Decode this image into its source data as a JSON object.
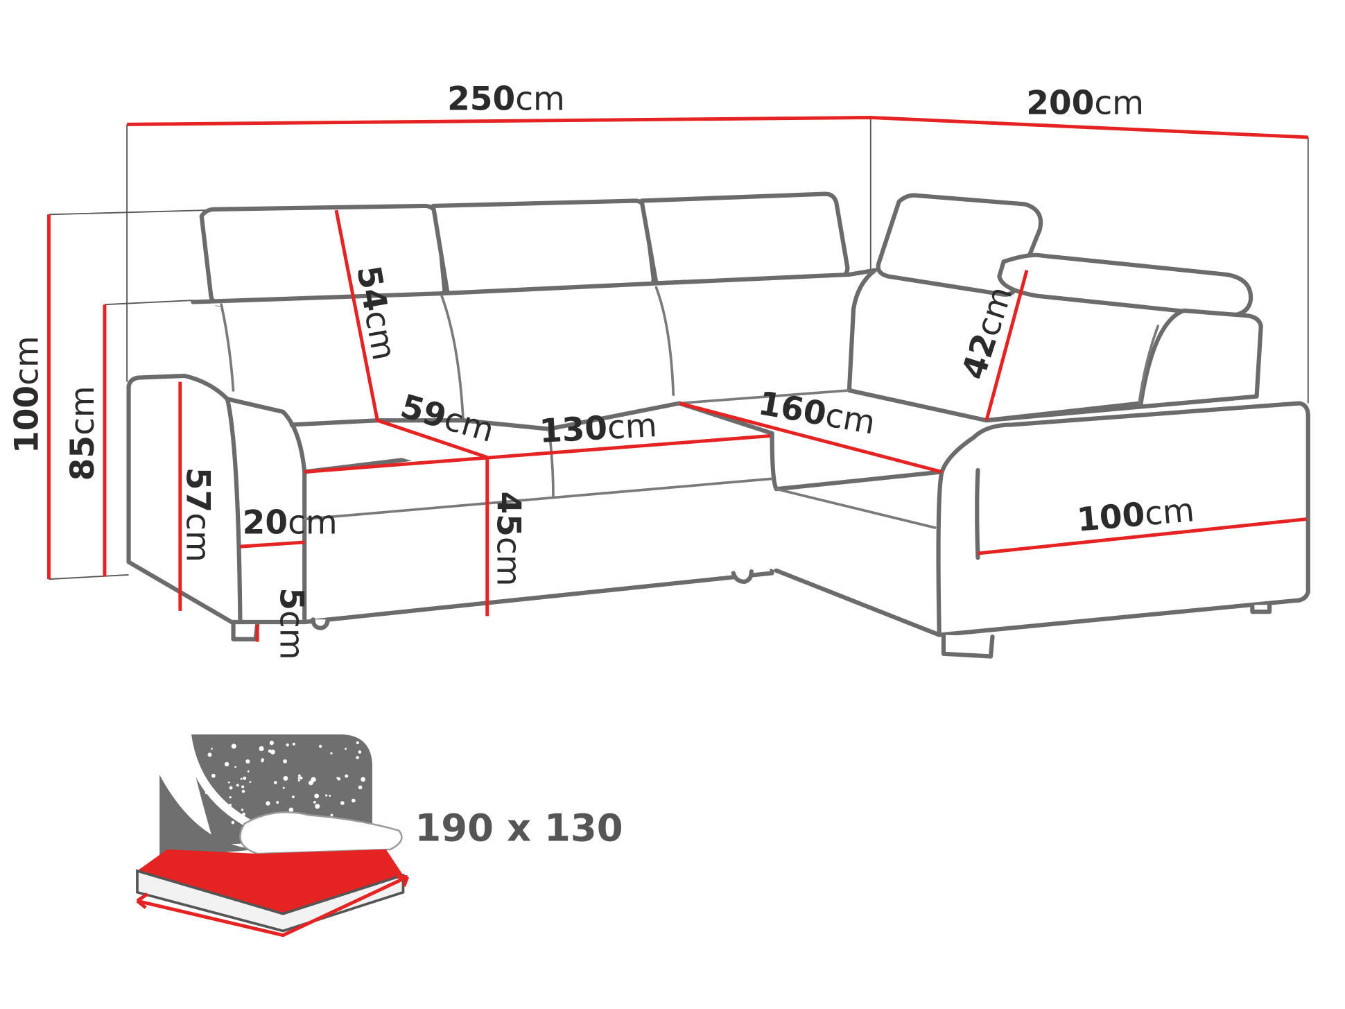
{
  "diagram": {
    "dimensions": {
      "total_width": {
        "value": "250",
        "unit": "cm"
      },
      "side_width": {
        "value": "200",
        "unit": "cm"
      },
      "total_height": {
        "value": "100",
        "unit": "cm"
      },
      "back_height": {
        "value": "85",
        "unit": "cm"
      },
      "headrest_back_height": {
        "value": "54",
        "unit": "cm"
      },
      "corner_back_height": {
        "value": "42",
        "unit": "cm"
      },
      "seat_depth": {
        "value": "59",
        "unit": "cm"
      },
      "seat_width": {
        "value": "130",
        "unit": "cm"
      },
      "corner_seat_width": {
        "value": "160",
        "unit": "cm"
      },
      "armrest_height": {
        "value": "57",
        "unit": "cm"
      },
      "armrest_width": {
        "value": "20",
        "unit": "cm"
      },
      "seat_height": {
        "value": "45",
        "unit": "cm"
      },
      "leg_height": {
        "value": "5",
        "unit": "cm"
      },
      "chaise_depth": {
        "value": "100",
        "unit": "cm"
      }
    },
    "sleeping_area": {
      "label": "190 x 130",
      "icon": "bed-with-night-sky-icon"
    },
    "colors": {
      "dimension_line": "#e42322",
      "outline": "#6b6b6b",
      "bed_background": "#6f6f6f",
      "mattress": "#e42322"
    }
  }
}
